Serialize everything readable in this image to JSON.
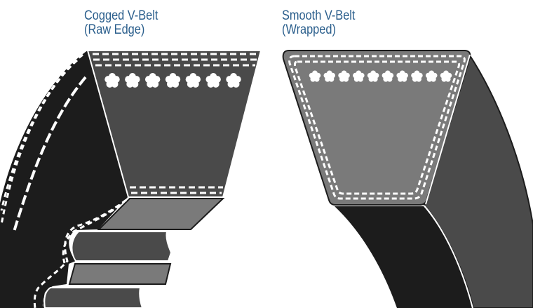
{
  "left_belt": {
    "title": "Cogged V-Belt",
    "subtitle": "(Raw Edge)",
    "cord_count": 7
  },
  "right_belt": {
    "title": "Smooth V-Belt",
    "subtitle": "(Wrapped)",
    "cord_count": 10
  },
  "colors": {
    "label": "#2a5e8c",
    "dark_face": "#4a4a4a",
    "light_face": "#7a7a7a",
    "side": "#1c1c1c"
  }
}
